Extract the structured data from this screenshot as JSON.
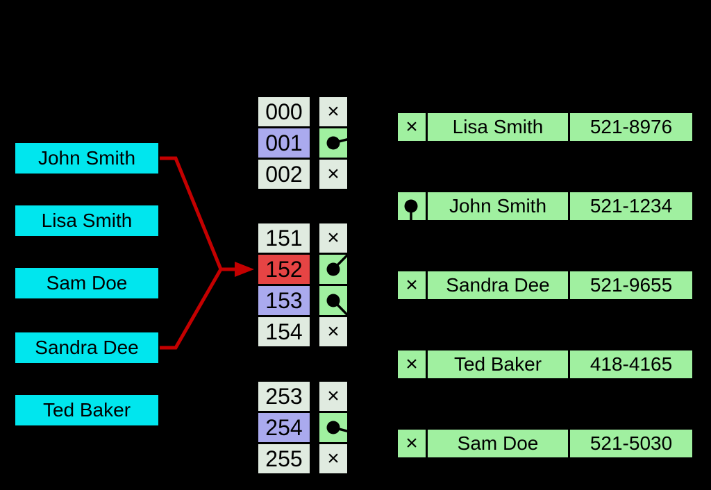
{
  "colors": {
    "background": "#000000",
    "key_fill": "#00e6ee",
    "bucket_fill": "#e0ebe0",
    "lavender": "#aaaaee",
    "collision_red": "#e64444",
    "slot_green": "#a0f0a0",
    "record_green": "#a0f0a0",
    "arrow_red": "#c40000",
    "line_black": "#000000"
  },
  "glyphs": {
    "empty": "×"
  },
  "keys": [
    "John Smith",
    "Lisa Smith",
    "Sam Doe",
    "Sandra Dee",
    "Ted Baker"
  ],
  "buckets": {
    "groups": [
      {
        "rows": [
          {
            "index": "000",
            "slot": "empty"
          },
          {
            "index": "001",
            "slot": "pointer",
            "highlight": "lavender"
          },
          {
            "index": "002",
            "slot": "empty"
          }
        ]
      },
      {
        "rows": [
          {
            "index": "151",
            "slot": "empty"
          },
          {
            "index": "152",
            "slot": "pointer",
            "highlight": "red"
          },
          {
            "index": "153",
            "slot": "pointer",
            "highlight": "lavender"
          },
          {
            "index": "154",
            "slot": "empty"
          }
        ]
      },
      {
        "rows": [
          {
            "index": "253",
            "slot": "empty"
          },
          {
            "index": "254",
            "slot": "pointer",
            "highlight": "lavender"
          },
          {
            "index": "255",
            "slot": "empty"
          }
        ]
      }
    ]
  },
  "records": [
    {
      "next": "empty",
      "name": "Lisa Smith",
      "phone": "521-8976"
    },
    {
      "next": "pointer",
      "name": "John Smith",
      "phone": "521-1234"
    },
    {
      "next": "empty",
      "name": "Sandra Dee",
      "phone": "521-9655"
    },
    {
      "next": "empty",
      "name": "Ted Baker",
      "phone": "418-4165"
    },
    {
      "next": "empty",
      "name": "Sam Doe",
      "phone": "521-5030"
    }
  ],
  "links": {
    "key_arrows": {
      "from": [
        "John Smith",
        "Sandra Dee"
      ],
      "to_bucket": "152"
    },
    "bucket_to_record": [
      {
        "bucket": "001",
        "record": "Lisa Smith"
      },
      {
        "bucket": "152",
        "record": "John Smith"
      },
      {
        "bucket": "153",
        "record": "Ted Baker"
      },
      {
        "bucket": "254",
        "record": "Sam Doe"
      }
    ],
    "record_to_record": [
      {
        "from": "John Smith",
        "to": "Sandra Dee"
      }
    ]
  }
}
